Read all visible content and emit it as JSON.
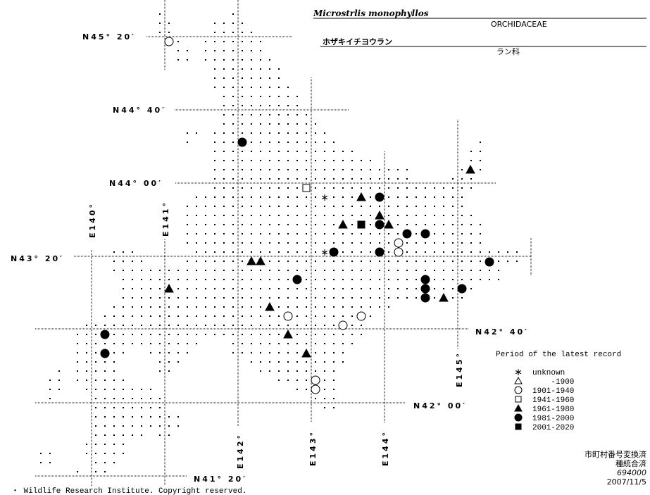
{
  "header": {
    "scientific_name": "Microstrlis monophyllos",
    "family_latin": "ORCHIDACEAE",
    "japanese_name": "ホザキイチヨウラン",
    "family_japanese": "ラン科"
  },
  "latitude_labels": [
    "N45° 20′",
    "N44° 40′",
    "N44° 00′",
    "N43° 20′",
    "N42° 40′",
    "N42° 00′",
    "N41° 20′"
  ],
  "longitude_labels": [
    "E140°",
    "E141°",
    "E142°",
    "E143°",
    "E144°",
    "E145°"
  ],
  "legend": {
    "title": "Period of the latest record",
    "items": [
      {
        "symbol": "asterisk",
        "label": "unknown"
      },
      {
        "symbol": "open-triangle",
        "label": "    -1900"
      },
      {
        "symbol": "open-circle",
        "label": "1901-1940"
      },
      {
        "symbol": "open-square",
        "label": "1941-1960"
      },
      {
        "symbol": "filled-triangle",
        "label": "1961-1980"
      },
      {
        "symbol": "filled-circle",
        "label": "1981-2000"
      },
      {
        "symbol": "filled-square",
        "label": "2001-2020"
      }
    ]
  },
  "notes": {
    "line1": "市町村番号変換済",
    "line2": "種統合済",
    "code": "694000",
    "date": "2007/11/5"
  },
  "footer": {
    "copyright": "・ Wildlife Research Institute. Copyright reserved."
  }
}
